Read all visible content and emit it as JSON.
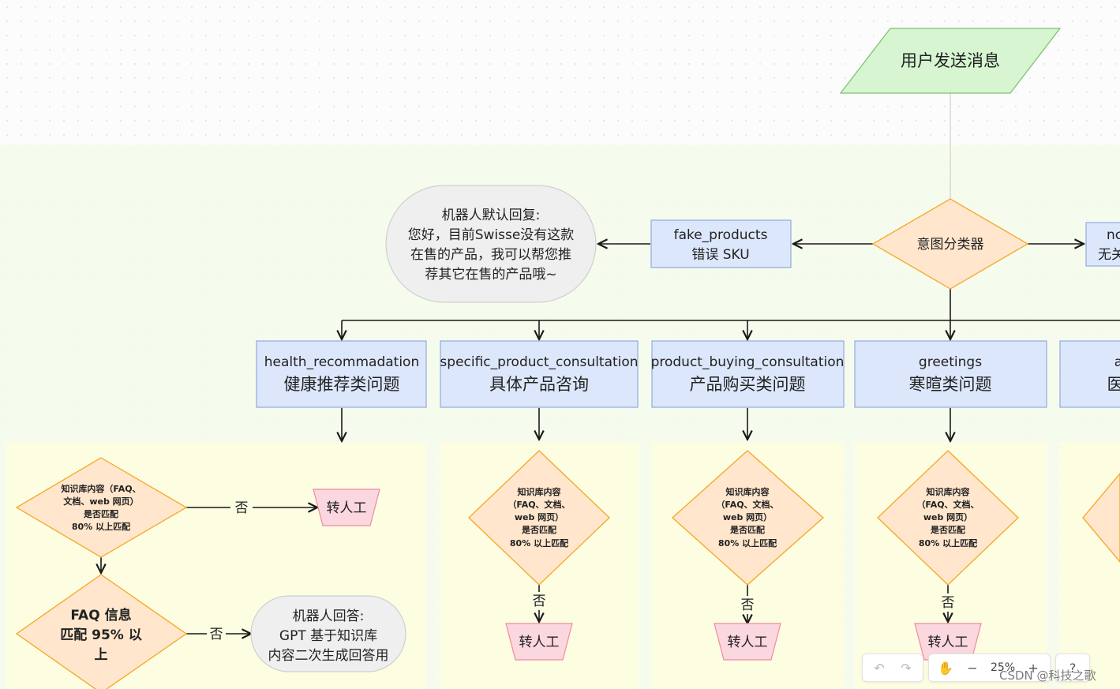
{
  "nodes": {
    "start": "用户发送消息",
    "classifier": "意图分类器",
    "fake_products": {
      "title": "fake_products",
      "subtitle": "错误 SKU"
    },
    "default_reply": [
      "机器人默认回复:",
      "您好，目前Swisse没有这款",
      "在售的产品，我可以帮您推",
      "荐其它在售的产品哦~"
    ],
    "right_partial": {
      "title": "nc",
      "subtitle": "无关"
    },
    "categories": [
      {
        "title": "health_recommadation",
        "subtitle": "健康推荐类问题"
      },
      {
        "title": "specific_product_consultation",
        "subtitle": "具体产品咨询"
      },
      {
        "title": "product_buying_consultation",
        "subtitle": "产品购买类问题"
      },
      {
        "title": "greetings",
        "subtitle": "寒暄类问题"
      },
      {
        "title": "a",
        "subtitle": "医"
      }
    ],
    "kb_decision_wide": [
      "知识库内容（FAQ、",
      "文档、web 网页）",
      "是否匹配",
      "80% 以上匹配"
    ],
    "kb_decision": [
      "知识库内容",
      "（FAQ、文档、",
      "web 网页）",
      "是否匹配",
      "80% 以上匹配"
    ],
    "faq_decision": [
      "FAQ 信息",
      "匹配 95% 以",
      "上"
    ],
    "gpt_reply": [
      "机器人回答:",
      "GPT 基于知识库",
      "内容二次生成回答用"
    ],
    "human": "转人工",
    "no_label": "否"
  },
  "toolbar": {
    "undo_icon": "undo-icon",
    "redo_icon": "redo-icon",
    "hand_icon": "hand-icon",
    "zoom_out": "−",
    "zoom_level": "25%",
    "zoom_in": "+",
    "help": "?"
  },
  "watermark": "CSDN @科技之歌",
  "colors": {
    "start_fill": "#d6f5d0",
    "start_stroke": "#7cc46f",
    "decision_fill": "#ffe6cc",
    "decision_stroke": "#f5a623",
    "process_fill": "#dde7fb",
    "process_stroke": "#8fa9e0",
    "human_fill": "#fbd7df",
    "human_stroke": "#f08aa0",
    "reply_fill": "#efefef",
    "reply_stroke": "#cfcfcf",
    "zone_green": "#f5fcea",
    "zone_yellow": "#fdfde2"
  }
}
